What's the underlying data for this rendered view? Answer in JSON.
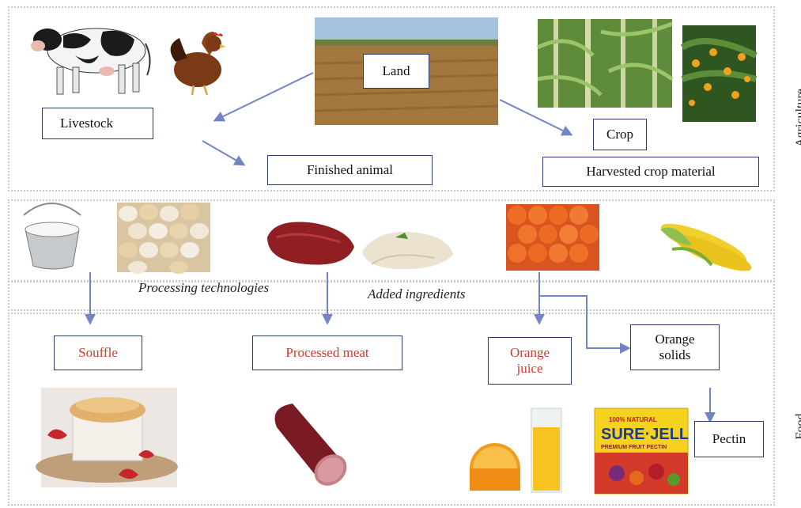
{
  "sections": {
    "agriculture_label": "Agriculture",
    "food_label": "Food"
  },
  "labels": {
    "land": "Land",
    "livestock": "Livestock",
    "finished_animal": "Finished animal",
    "crop": "Crop",
    "harvested_crop_material": "Harvested crop material",
    "processing_technologies": "Processing technologies",
    "added_ingredients": "Added ingredients",
    "souffle": "Souffle",
    "processed_meat": "Processed meat",
    "orange_juice_1": "Orange",
    "orange_juice_2": "juice",
    "orange_solids_1": "Orange",
    "orange_solids_2": "solids",
    "pectin": "Pectin",
    "pectin_box_brand": "SURE·JELL",
    "pectin_box_top": "100% NATURAL",
    "pectin_box_sub": "PREMIUM FRUIT PECTIN"
  },
  "colors": {
    "arrow": "#7285c4",
    "box_border": "#2a3a6b",
    "food_text": "#c8402b",
    "section_border": "#c9c9c9"
  },
  "icons": [
    "cow-image",
    "chicken-image",
    "field-image",
    "corn-field-image",
    "orange-tree-image",
    "milk-bucket-image",
    "eggs-image",
    "beef-image",
    "chicken-breast-image",
    "oranges-image",
    "corn-image",
    "souffle-image",
    "salami-image",
    "orange-juice-image",
    "pectin-box-image"
  ]
}
